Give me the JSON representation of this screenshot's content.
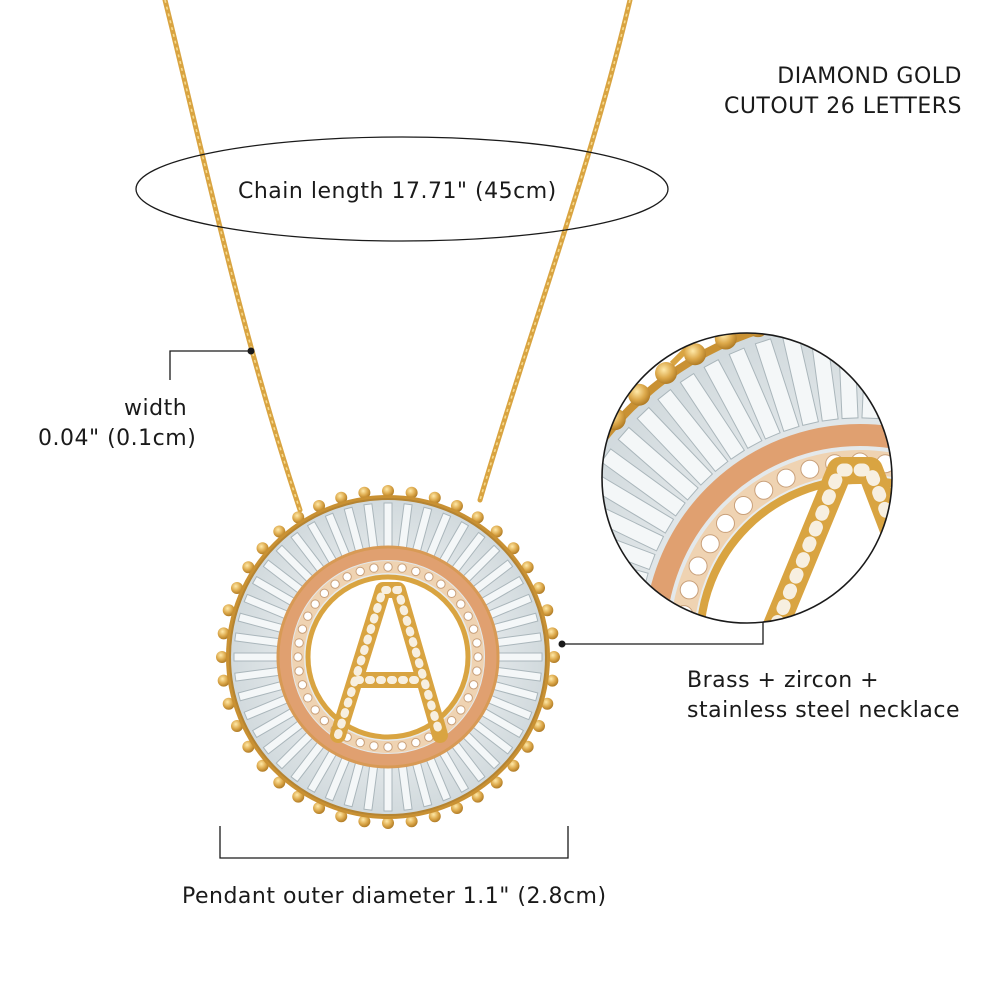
{
  "title": {
    "line1": "DIAMOND GOLD",
    "line2": "CUTOUT 26 LETTERS"
  },
  "chain_length_label": "Chain length 17.71\" (45cm)",
  "width_label": {
    "line1": "width",
    "line2": "0.04\" (0.1cm)"
  },
  "material_label": {
    "line1": "Brass + zircon +",
    "line2": "stainless steel necklace"
  },
  "diameter_label": "Pendant outer diameter 1.1\" (2.8cm)",
  "pendant_letter": "A",
  "colors": {
    "gold": "#d9a441",
    "rose_gold": "#e0a070",
    "crystal": "#eef2f4",
    "line": "#1a1a1a"
  }
}
